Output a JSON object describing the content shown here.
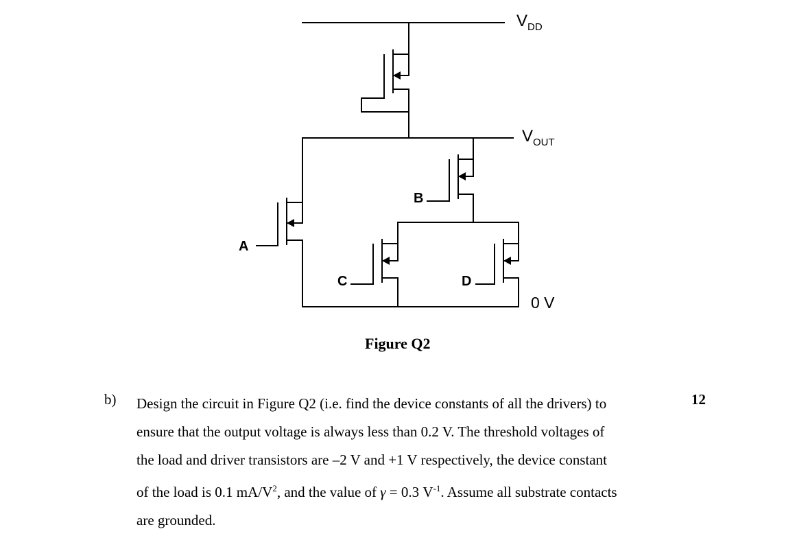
{
  "circuit": {
    "rail_labels": {
      "vdd_main": "V",
      "vdd_sub": "DD",
      "vout_main": "V",
      "vout_sub": "OUT",
      "ground": "0 V"
    },
    "inputs": {
      "a": "A",
      "b": "B",
      "c": "C",
      "d": "D"
    }
  },
  "figure": {
    "caption": "Figure Q2"
  },
  "question": {
    "part": "b)",
    "marks": "12",
    "line1": "Design the circuit in Figure Q2 (i.e. find the device constants of all the drivers) to",
    "line2": "ensure that the output voltage is always less than 0.2 V. The threshold voltages of",
    "line3": "the load and driver transistors are –2 V and +1 V respectively, the device constant",
    "line4_a": "of the load is 0.1 mA/V",
    "line4_b": "2",
    "line4_c": ", and the value of ",
    "line4_gamma": "γ",
    "line4_d": " = 0.3 V",
    "line4_e": "-1",
    "line4_f": ". Assume all substrate contacts",
    "line5": "are grounded."
  }
}
